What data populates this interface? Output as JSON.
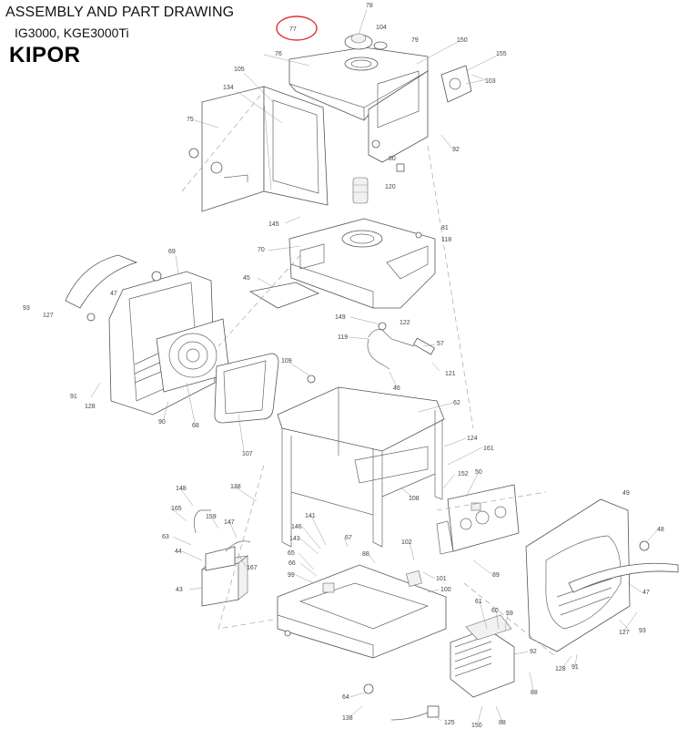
{
  "header": {
    "title": "ASSEMBLY AND PART DRAWING",
    "models": "IG3000, KGE3000Ti",
    "brand": "KIPOR"
  },
  "annotation": {
    "circled_part": "77",
    "circle_color": "#e03030"
  },
  "part_labels": [
    {
      "id": "78",
      "text": "78"
    },
    {
      "id": "77",
      "text": "77"
    },
    {
      "id": "104",
      "text": "104"
    },
    {
      "id": "79",
      "text": "79"
    },
    {
      "id": "150a",
      "text": "150"
    },
    {
      "id": "76",
      "text": "76"
    },
    {
      "id": "155",
      "text": "155"
    },
    {
      "id": "103",
      "text": "103"
    },
    {
      "id": "105",
      "text": "105"
    },
    {
      "id": "134",
      "text": "134"
    },
    {
      "id": "75",
      "text": "75"
    },
    {
      "id": "92a",
      "text": "92"
    },
    {
      "id": "80",
      "text": "80"
    },
    {
      "id": "120",
      "text": "120"
    },
    {
      "id": "145",
      "text": "145"
    },
    {
      "id": "81",
      "text": "81"
    },
    {
      "id": "118",
      "text": "118"
    },
    {
      "id": "70",
      "text": "70"
    },
    {
      "id": "69",
      "text": "69"
    },
    {
      "id": "45",
      "text": "45"
    },
    {
      "id": "47a",
      "text": "47"
    },
    {
      "id": "93a",
      "text": "93"
    },
    {
      "id": "127a",
      "text": "127"
    },
    {
      "id": "149",
      "text": "149"
    },
    {
      "id": "122",
      "text": "122"
    },
    {
      "id": "119",
      "text": "119"
    },
    {
      "id": "57",
      "text": "57"
    },
    {
      "id": "109",
      "text": "109"
    },
    {
      "id": "121",
      "text": "121"
    },
    {
      "id": "46",
      "text": "46"
    },
    {
      "id": "91a",
      "text": "91"
    },
    {
      "id": "128a",
      "text": "128"
    },
    {
      "id": "90",
      "text": "90"
    },
    {
      "id": "68",
      "text": "68"
    },
    {
      "id": "62",
      "text": "62"
    },
    {
      "id": "107",
      "text": "107"
    },
    {
      "id": "124",
      "text": "124"
    },
    {
      "id": "161",
      "text": "161"
    },
    {
      "id": "138a",
      "text": "138"
    },
    {
      "id": "148",
      "text": "148"
    },
    {
      "id": "152",
      "text": "152"
    },
    {
      "id": "50",
      "text": "50"
    },
    {
      "id": "108",
      "text": "108"
    },
    {
      "id": "49",
      "text": "49"
    },
    {
      "id": "165",
      "text": "165"
    },
    {
      "id": "159",
      "text": "159"
    },
    {
      "id": "147",
      "text": "147"
    },
    {
      "id": "63",
      "text": "63"
    },
    {
      "id": "44",
      "text": "44"
    },
    {
      "id": "167",
      "text": "167"
    },
    {
      "id": "141",
      "text": "141"
    },
    {
      "id": "146",
      "text": "146"
    },
    {
      "id": "143",
      "text": "143"
    },
    {
      "id": "67",
      "text": "67"
    },
    {
      "id": "65",
      "text": "65"
    },
    {
      "id": "66",
      "text": "66"
    },
    {
      "id": "99",
      "text": "99"
    },
    {
      "id": "88a",
      "text": "88"
    },
    {
      "id": "102",
      "text": "102"
    },
    {
      "id": "101",
      "text": "101"
    },
    {
      "id": "89",
      "text": "89"
    },
    {
      "id": "48",
      "text": "48"
    },
    {
      "id": "43",
      "text": "43"
    },
    {
      "id": "100",
      "text": "100"
    },
    {
      "id": "47b",
      "text": "47"
    },
    {
      "id": "61",
      "text": "61"
    },
    {
      "id": "60",
      "text": "60"
    },
    {
      "id": "59",
      "text": "59"
    },
    {
      "id": "127b",
      "text": "127"
    },
    {
      "id": "93b",
      "text": "93"
    },
    {
      "id": "92b",
      "text": "92"
    },
    {
      "id": "128b",
      "text": "128"
    },
    {
      "id": "91b",
      "text": "91"
    },
    {
      "id": "88b",
      "text": "88"
    },
    {
      "id": "64",
      "text": "64"
    },
    {
      "id": "138b",
      "text": "138"
    },
    {
      "id": "125",
      "text": "125"
    },
    {
      "id": "150b",
      "text": "150"
    },
    {
      "id": "88c",
      "text": "88"
    }
  ]
}
